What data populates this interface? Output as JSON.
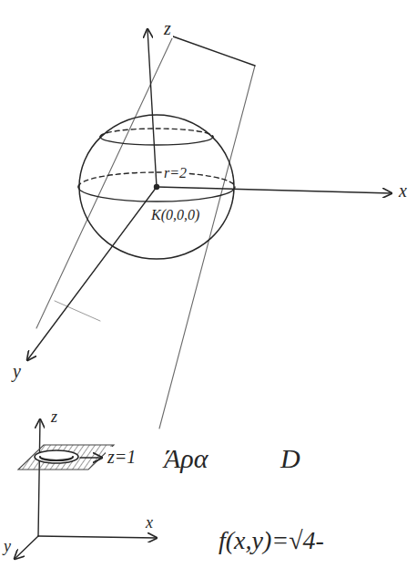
{
  "diagram": {
    "nodes": [
      {
        "text": [
          "r=2",
          "K(0,0,0)"
        ]
      }
    ],
    "labels": [
      "z",
      "x",
      "y",
      "z",
      "z=1",
      "x",
      "y",
      "Άρα",
      "D",
      "f(x,y)=√4-"
    ]
  }
}
